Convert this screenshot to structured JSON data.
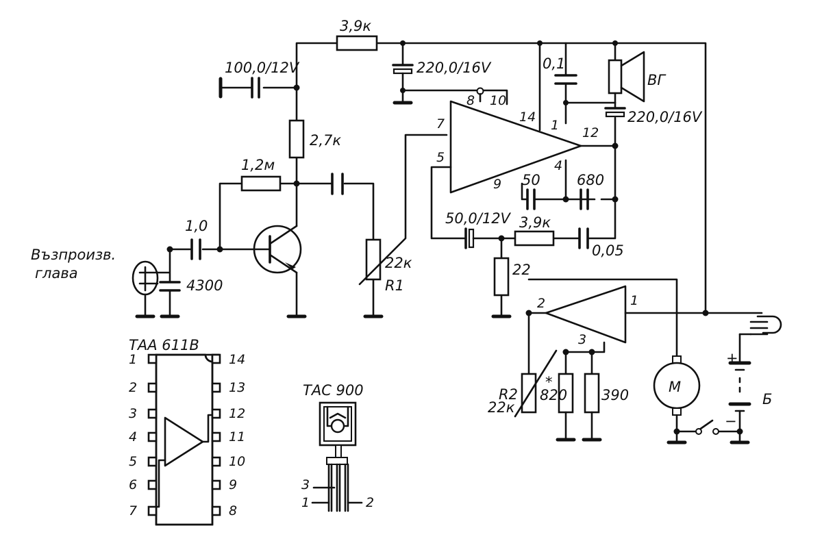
{
  "components": {
    "r_feed": "3,9к",
    "c_in_filter": "100,0/12V",
    "c_supply": "220,0/16V",
    "c_01": "0,1",
    "speaker": "ВГ",
    "c_out": "220,0/16V",
    "r_collector": "2,7к",
    "r_bias": "1,2м",
    "c_couple_in": "1,0",
    "c_head": "4300",
    "pot_volume": "22к",
    "pot_volume_name": "R1",
    "c_50": "50",
    "c_680": "680",
    "c_fb": "50,0/12V",
    "r_fb": "3,9к",
    "c_005": "0,05",
    "r_22": "22",
    "pot_r2": "22к",
    "pot_r2_name": "R2",
    "asterisk": "*",
    "r_820": "820",
    "r_390": "390",
    "motor": "M",
    "battery": "Б",
    "plus": "+",
    "minus": "−"
  },
  "head_label": [
    "Възпроизв.",
    "глава"
  ],
  "ic_pins": {
    "p8": "8",
    "p10": "10",
    "p14": "14",
    "p1": "1",
    "p12": "12",
    "p7": "7",
    "p5": "5",
    "p9": "9",
    "p4": "4"
  },
  "regulator_pins": {
    "p2": "2",
    "p1": "1",
    "p3": "3"
  },
  "package_dip": {
    "title": "ТАА 611В",
    "left": [
      "1",
      "2",
      "3",
      "4",
      "5",
      "6",
      "7"
    ],
    "right": [
      "14",
      "13",
      "12",
      "11",
      "10",
      "9",
      "8"
    ]
  },
  "package_to126": {
    "title": "ТАС 900",
    "pins": [
      "3",
      "1",
      "2"
    ]
  }
}
